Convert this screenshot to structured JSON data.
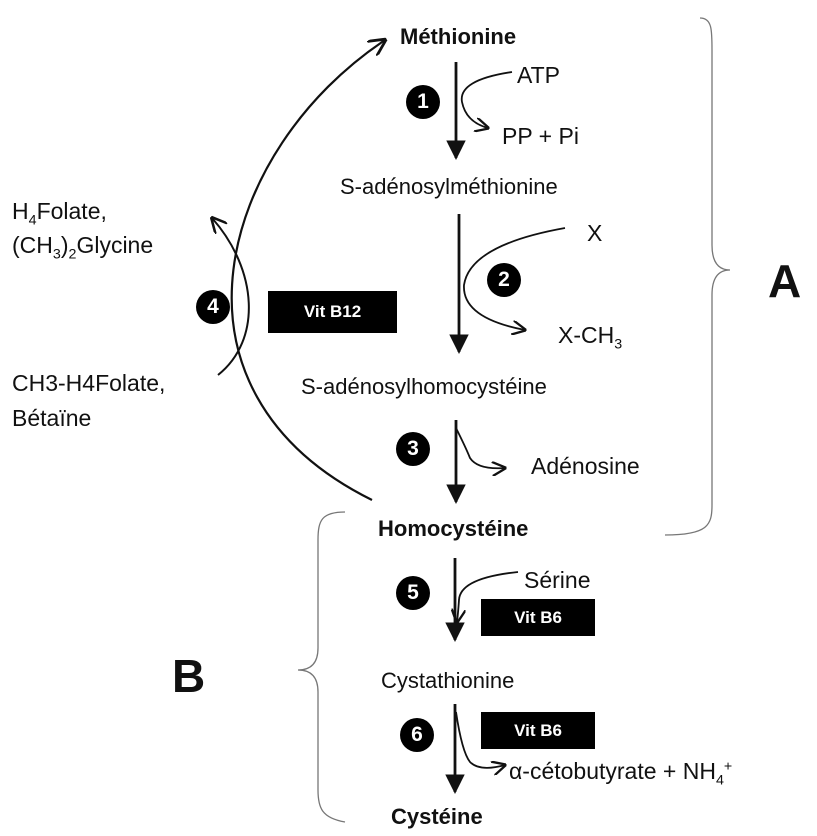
{
  "nodes": {
    "methionine": "Méthionine",
    "sam": "S-adénosylméthionine",
    "sah": "S-adénosylhomocystéine",
    "homocysteine": "Homocystéine",
    "cystathionine": "Cystathionine",
    "cysteine": "Cystéine"
  },
  "side": {
    "atp": "ATP",
    "pp_pi": "PP + Pi",
    "x": "X",
    "x_ch3_base": "X-CH",
    "x_ch3_sub": "3",
    "adenosine": "Adénosine",
    "serine": "Sérine",
    "ketobutyrate": "α-cétobutyrate + NH",
    "ketobutyrate_sub": "4",
    "ketobutyrate_sup": "+"
  },
  "remethylation": {
    "h4folate_pre": "H",
    "h4folate_sub": "4",
    "h4folate_post": "Folate,",
    "glycine_pre": "(CH",
    "glycine_sub1": "3",
    "glycine_mid": ")",
    "glycine_sub2": "2",
    "glycine_post": "Glycine",
    "ch3folate": "CH3-H4Folate,",
    "betaine": "Bétaïne"
  },
  "steps": [
    "1",
    "2",
    "3",
    "4",
    "5",
    "6"
  ],
  "cofactors": {
    "b12": "Vit B12",
    "b6_serine": "Vit B6",
    "b6_cystathionine": "Vit B6"
  },
  "braces": {
    "a": "A",
    "b": "B"
  }
}
